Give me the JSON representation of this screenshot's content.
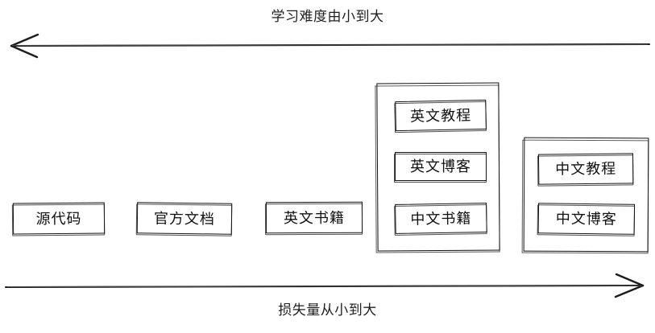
{
  "diagram": {
    "title_top": "学习难度由小到大",
    "title_bottom": "损失量从小到大",
    "background_color": "#ffffff",
    "stroke_color": "#111111",
    "top_axis": {
      "caption": "学习难度由小到大",
      "direction": "left",
      "arrow_name": "left-arrow"
    },
    "bottom_axis": {
      "caption": "损失量从小到大",
      "direction": "right",
      "arrow_name": "right-arrow"
    },
    "nodes": [
      {
        "id": "source-code",
        "label": "源代码"
      },
      {
        "id": "official-docs",
        "label": "官方文档"
      },
      {
        "id": "english-books",
        "label": "英文书籍"
      }
    ],
    "groups": [
      {
        "id": "english-group",
        "items": [
          {
            "id": "english-tutorial",
            "label": "英文教程"
          },
          {
            "id": "english-blog",
            "label": "英文博客"
          },
          {
            "id": "chinese-books",
            "label": "中文书籍"
          }
        ]
      },
      {
        "id": "chinese-group",
        "items": [
          {
            "id": "chinese-tutorial",
            "label": "中文教程"
          },
          {
            "id": "chinese-blog",
            "label": "中文博客"
          }
        ]
      }
    ]
  }
}
